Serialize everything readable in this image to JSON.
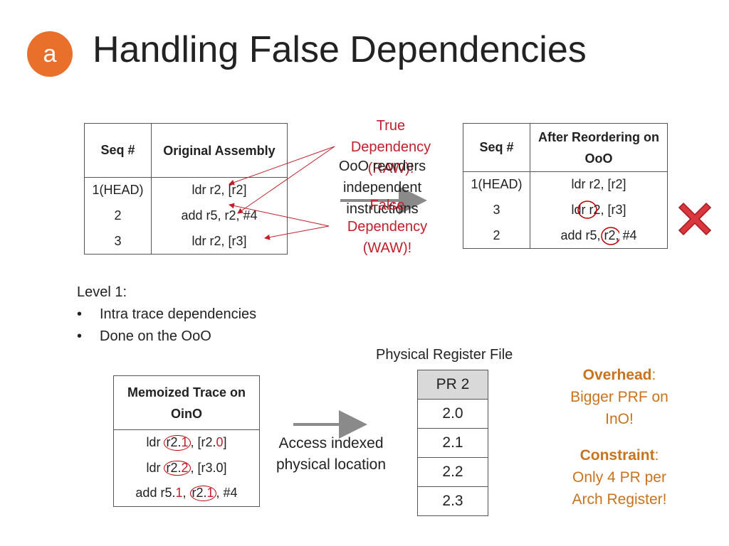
{
  "badge": "a",
  "title": "Handling False Dependencies",
  "original_table": {
    "headers": [
      "Seq #",
      "Original Assembly"
    ],
    "rows": [
      [
        "1(HEAD)",
        "ldr r2, [r2]"
      ],
      [
        "2",
        "add r5, r2, #4"
      ],
      [
        "3",
        "ldr r2, [r3]"
      ]
    ]
  },
  "true_dep": {
    "line1": "True",
    "line2": "Dependency",
    "line3": "(RAW)!"
  },
  "ooo_note": {
    "line1": "OoO reorders",
    "line2": "independent",
    "line3": "instructions"
  },
  "false_dep": {
    "line1": "False",
    "line2": "Dependency",
    "line3": "(WAW)!"
  },
  "after_table": {
    "headers": [
      "Seq #",
      "After Reordering on OoO"
    ],
    "rows": [
      [
        "1(HEAD)",
        "ldr r2, [r2]"
      ],
      [
        "3",
        "ldr r2, [r3]"
      ],
      [
        "2",
        "add r5, r2, #4"
      ]
    ]
  },
  "x_icon": "red-x-icon",
  "level": {
    "heading": "Level 1:",
    "items": [
      "Intra trace dependencies",
      "Done on the OoO"
    ]
  },
  "memo_table": {
    "header": "Memoized Trace on OinO",
    "rows": [
      {
        "op": "ldr",
        "r1": "r2.",
        "s1": "1",
        "sep": ", [r2.",
        "s2": "0",
        "tail": "]"
      },
      {
        "op": "ldr",
        "r1": "r2.",
        "s1": "2",
        "sep": ", [r3.0]",
        "s2": "",
        "tail": ""
      },
      {
        "op": "add r5.",
        "r1": "1",
        "s1": ",",
        "sep": "r2.",
        "s2": "1",
        "tail": ", #4"
      }
    ]
  },
  "access_note": {
    "line1": "Access indexed",
    "line2": "physical location"
  },
  "prf": {
    "label": "Physical Register File",
    "header": "PR 2",
    "cells": [
      "2.0",
      "2.1",
      "2.2",
      "2.3"
    ]
  },
  "overhead": {
    "label": "Overhead",
    "colon": ":",
    "line1": "Bigger PRF on",
    "line2": "InO!"
  },
  "constraint": {
    "label": "Constraint",
    "colon": ":",
    "line1": "Only 4 PR per",
    "line2": "Arch Register!"
  },
  "colors": {
    "accent_orange": "#e8702a",
    "red": "#c0202a",
    "text_orange": "#c8741e",
    "header_gray": "#d9d9d9"
  }
}
